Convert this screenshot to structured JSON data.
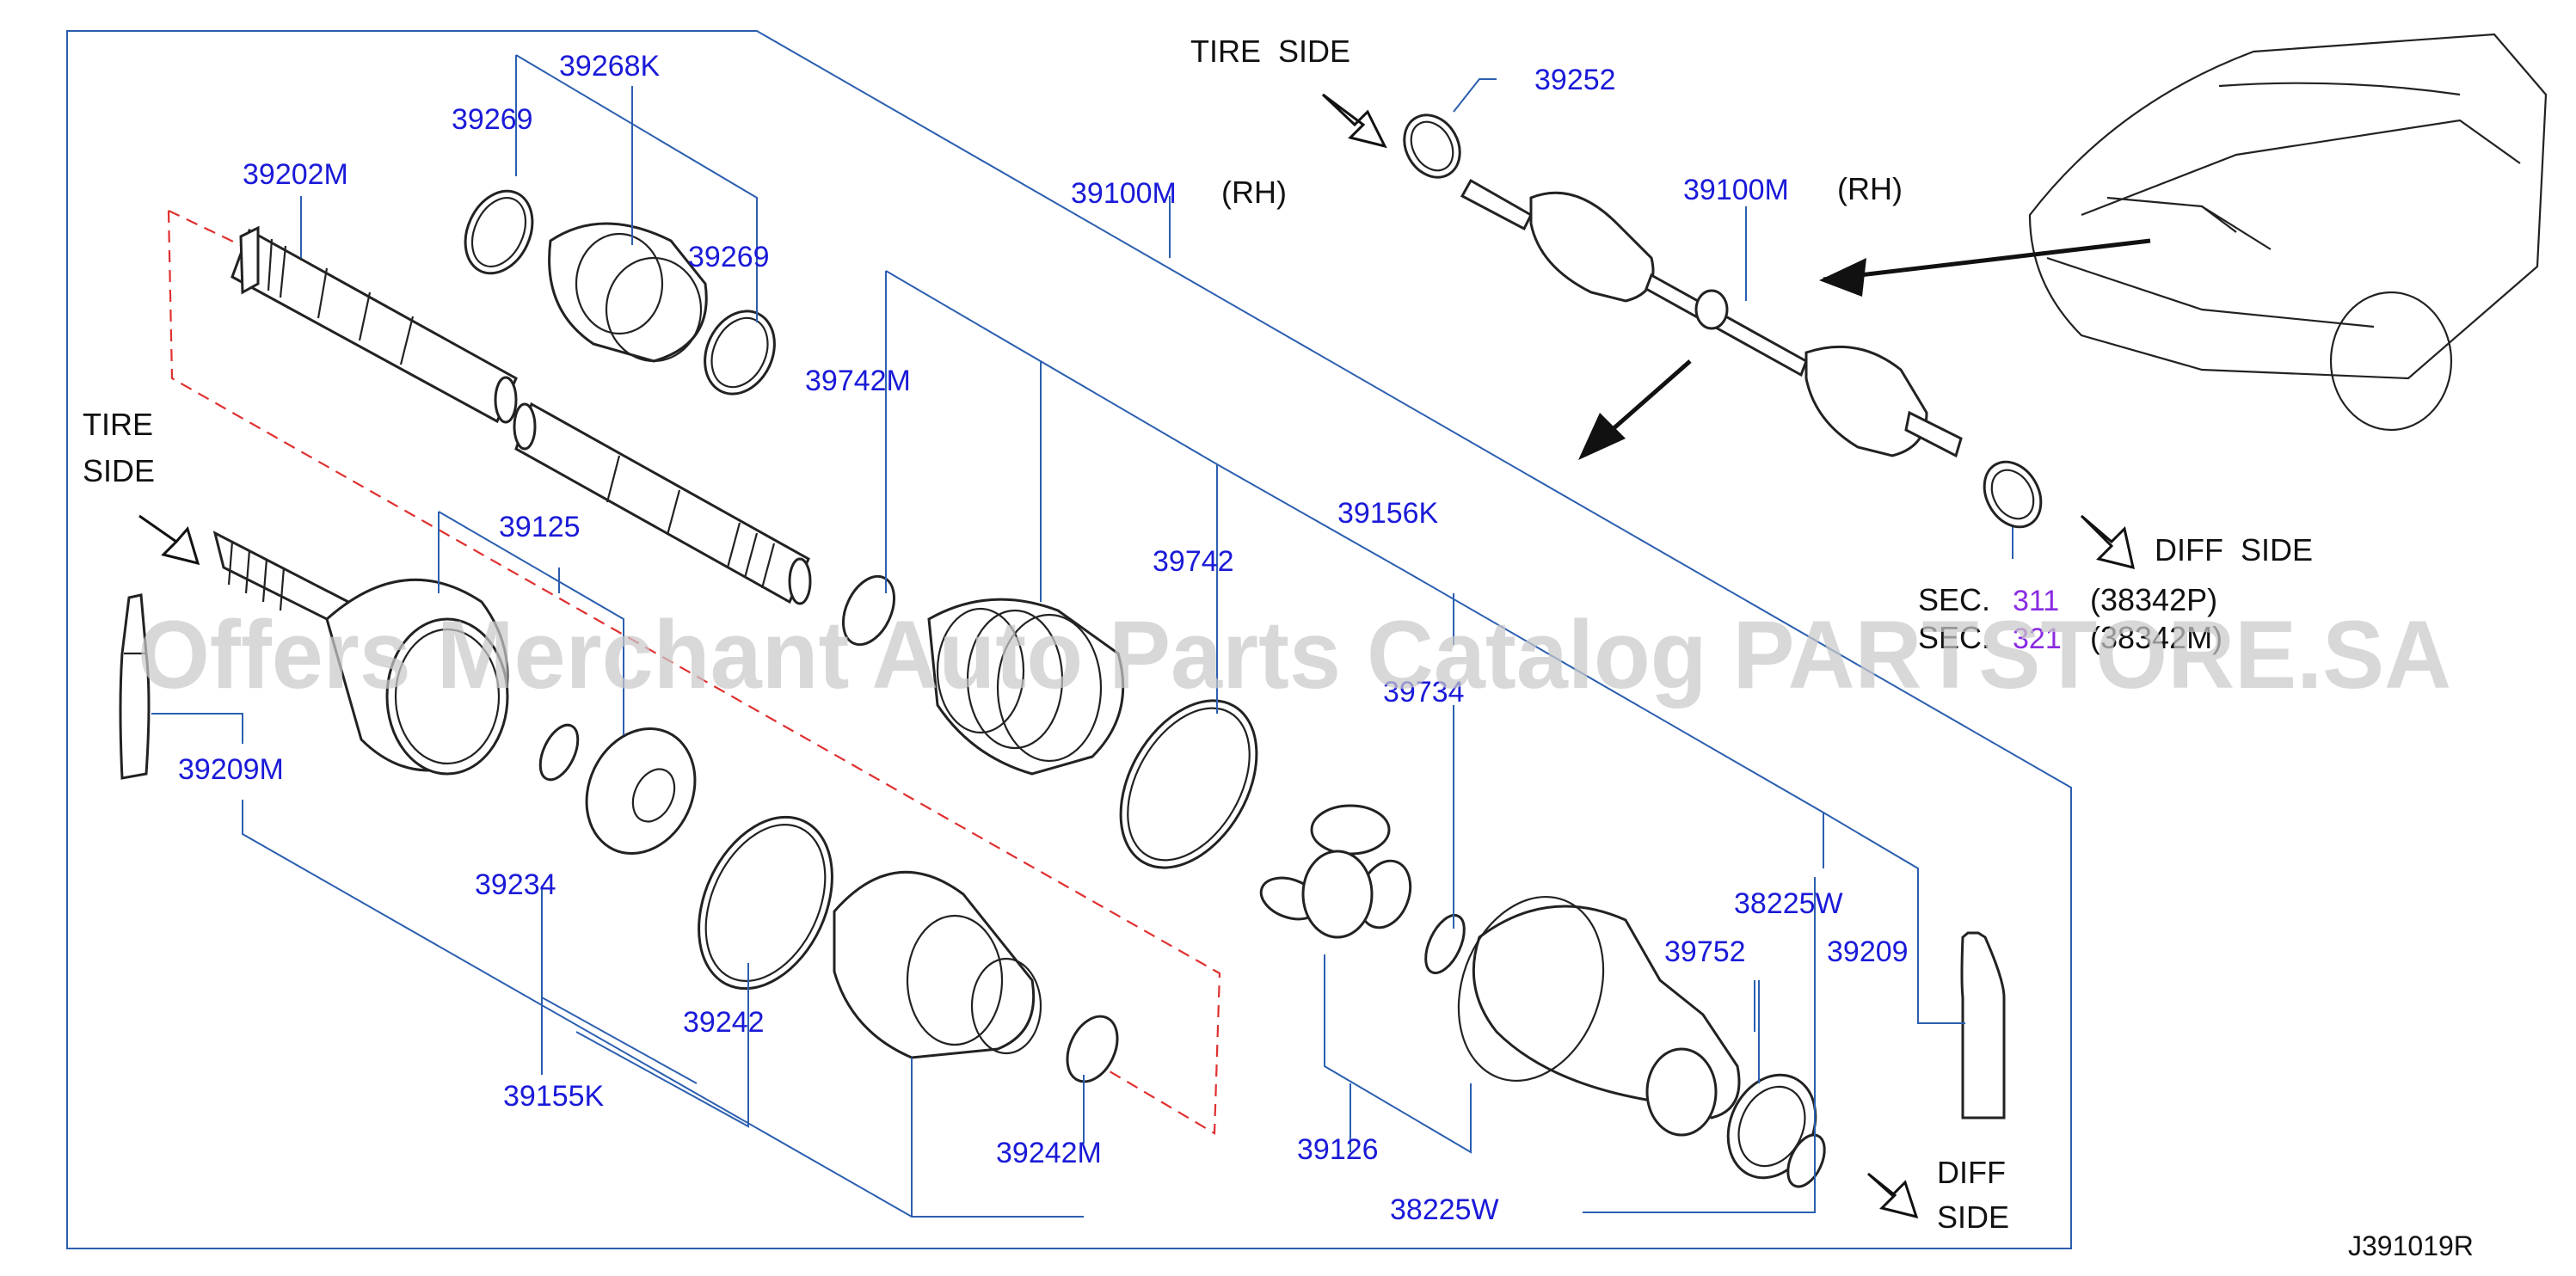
{
  "labels": {
    "p39268K": "39268K",
    "p39269_top": "39269",
    "p39269_mid": "39269",
    "p39202M": "39202M",
    "p39100M_main": "39100M",
    "rh_main": "(RH)",
    "p39742M": "39742M",
    "p39742": "39742",
    "p39156K": "39156K",
    "p39125": "39125",
    "p39734": "39734",
    "p39209M": "39209M",
    "p39234": "39234",
    "p39242": "39242",
    "p39155K": "39155K",
    "p39242M": "39242M",
    "p39126": "39126",
    "p38225W_right": "38225W",
    "p39752": "39752",
    "p39209": "39209",
    "p38225W_bottom": "38225W",
    "p39252": "39252",
    "p39100M_inset": "39100M",
    "rh_inset": "(RH)"
  },
  "sides": {
    "tire_top": "TIRE  SIDE",
    "tire_left_1": "TIRE",
    "tire_left_2": "SIDE",
    "diff_inset": "DIFF  SIDE",
    "diff_bottom_1": "DIFF",
    "diff_bottom_2": "SIDE"
  },
  "sections": {
    "row1_prefix": "SEC.",
    "row1_num": "311",
    "row1_code": "(38342P)",
    "row2_prefix": "SEC.",
    "row2_num": "321",
    "row2_code": "(38342M)"
  },
  "diagram_code": "J391019R",
  "watermark": "Offers Merchant Auto Parts Catalog PARTSTORE.SA",
  "colors": {
    "part_number": "#1a1ad8",
    "leader_line": "#2b5fb0",
    "section_number": "#8a2be2",
    "dashed_group": "#e03030"
  }
}
